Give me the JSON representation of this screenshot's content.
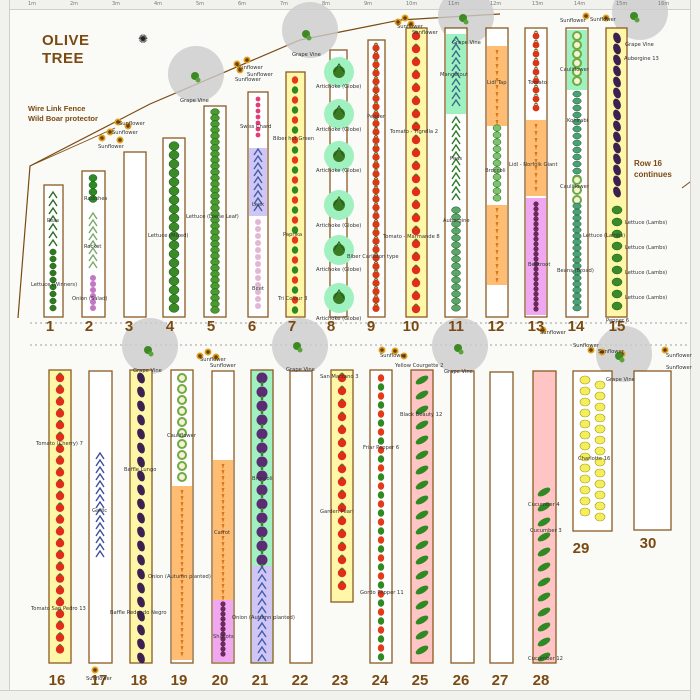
{
  "title_line1": "OLIVE",
  "title_line2": "TREE",
  "fence_line1": "Wire Link Fence",
  "fence_line2": "Wild Boar protector",
  "row16_line1": "Row 16",
  "row16_line2": "continues",
  "colors": {
    "bed_border": "#8a5a22",
    "title": "#7b4a12",
    "fence": "#7b4a12",
    "tomato": "#e02d1b",
    "eggplant": "#3b2150",
    "lettuce": "#3e8a2c",
    "yellow_bed": "#fff7a8",
    "green_bed": "#9ff2c0",
    "pink_bed": "#ffc4c4",
    "orange_bed": "#ffbd73",
    "lavender_bed": "#cfc6f5",
    "magenta_bed": "#f0a6f0",
    "grey_circle": "#cccccc"
  },
  "row_numbers_top": [
    "1",
    "2",
    "3",
    "4",
    "5",
    "6",
    "7",
    "8",
    "9",
    "10",
    "11",
    "12",
    "13",
    "14",
    "15"
  ],
  "row_numbers_bottom": [
    "16",
    "17",
    "18",
    "19",
    "20",
    "21",
    "22",
    "23",
    "24",
    "25",
    "26",
    "27",
    "28",
    "29",
    "30"
  ],
  "labels": {
    "peas_1": "Peas",
    "lettuce_winners": "Lettuce (Winners)",
    "radishes": "Radishes",
    "rocket": "Rocket",
    "onions_salad": "Onion (Salad)",
    "lettuce_mixed": "Lettuce (Mixed)",
    "lettuce_loose": "Lettuce (Loose Leaf)",
    "swiss_chard": "Swiss Chard",
    "leek": "Leek",
    "beet": "Beet",
    "biber_hot": "Biber hot Green",
    "paprika": "Paprika",
    "tri_colour": "Tri Colour 3",
    "artichoke_1": "Artichoke (Globe)",
    "artichoke_2": "Artichoke (Globe)",
    "artichoke_3": "Artichoke (Globe)",
    "artichoke_4": "Artichoke (Globe)",
    "artichoke_5": "Artichoke (Globe)",
    "artichoke_6": "Artichoke (Globe)",
    "pepper_9": "Pepper",
    "biber_carliston": "Biber Carliston type",
    "tomato_tigrella": "Tomato - Tigrella 2",
    "tomato_marmande": "Tomato - Marmande 8",
    "mangetout": "Mangetout",
    "peas_11": "Peas",
    "aubergine_11": "Aubergine",
    "lidl_tap": "Lidl Tap",
    "lidl_norfolk": "Lidl - Norfolk Giant",
    "broccoli": "Broccoli",
    "tomato_13": "Tomato",
    "beetroot": "Beetroot",
    "cauliflower_14a": "Cauliflower",
    "kohlrabi": "Kohlrabi",
    "cauliflower_14b": "Cauliflower",
    "beans_broad": "Beans (Broad)",
    "aubergine_13": "Aubergine 13",
    "lettuce_lambs_1": "Lettuce (Lambs)",
    "lettuce_lambs_2": "Lettuce (Lambs)",
    "lettuce_lambs_3": "Lettuce (Lambs)",
    "lettuce_lambs_4": "Lettuce (Lambs)",
    "lettuce_lambs_5": "Lettuce (Lambs)",
    "pepper_6": "Pepper 6",
    "tomato_cherry": "Tomato (Cherry) 7",
    "garlic": "Garlic",
    "tomato_san_pedro": "Tomato San Pedro 13",
    "baffle_lungo": "Baffle Lungo",
    "baffle_redondo": "Baffle Redondo Negro",
    "cauliflower_19": "Cauliflower",
    "onion_autumn_19": "Onion (Autumn planted)",
    "carrot": "Carrot",
    "shallots": "Shallots",
    "broccoli_21": "Broccoli",
    "onion_autumn_21": "Onion (Autumn planted)",
    "san_marzano": "San Marzano 3",
    "garden_pearl": "Garden Pearl",
    "friar_pepper": "Friar Pepper 6",
    "gordo_pepper": "Gordo Pepper 11",
    "black_beauty": "Black Beauty 12",
    "yellow_courgette": "Yellow Courgette 2",
    "cucumber_4": "Cucumber 4",
    "cucumber_3": "Cucumber 3",
    "cucumber_12": "Cucumber 12",
    "charlotte": "Charlotte 16",
    "grape_vine": "Grape Vine",
    "sunflower": "Sunflower"
  },
  "ruler_top": [
    "1m",
    "2m",
    "3m",
    "4m",
    "5m",
    "6m",
    "7m",
    "8m",
    "9m",
    "10m",
    "11m",
    "12m",
    "13m",
    "14m",
    "15m",
    "16m"
  ]
}
